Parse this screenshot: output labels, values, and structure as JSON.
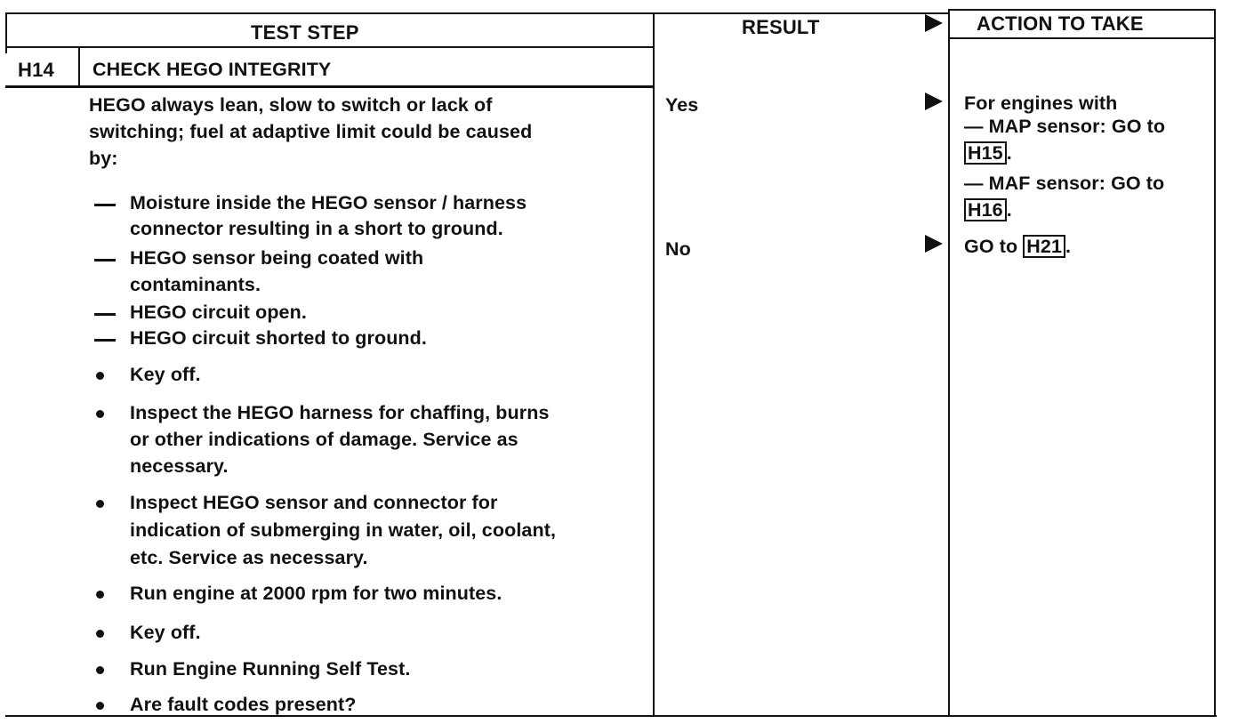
{
  "header": {
    "test_step": "TEST STEP",
    "result": "RESULT",
    "action": "ACTION TO TAKE"
  },
  "step": {
    "id": "H14",
    "title": "CHECK HEGO INTEGRITY"
  },
  "intro": [
    "HEGO always lean, slow to switch or lack of",
    "switching; fuel at adaptive limit could be caused",
    "by:"
  ],
  "causes": [
    [
      "Moisture inside the HEGO sensor / harness",
      "connector resulting in a short to ground."
    ],
    [
      "HEGO sensor being coated with",
      "contaminants."
    ],
    [
      "HEGO circuit open."
    ],
    [
      "HEGO circuit shorted to ground."
    ]
  ],
  "steps": [
    [
      "Key off."
    ],
    [
      "Inspect the HEGO harness for chaffing, burns",
      "or other indications of damage. Service as",
      "necessary."
    ],
    [
      "Inspect HEGO sensor and connector for",
      "indication of submerging in water, oil, coolant,",
      "etc. Service as necessary."
    ],
    [
      "Run engine at 2000 rpm for two minutes."
    ],
    [
      "Key off."
    ],
    [
      "Run Engine Running Self Test."
    ],
    [
      "Are fault codes present?"
    ]
  ],
  "results": {
    "yes": "Yes",
    "no": "No"
  },
  "actions": {
    "yes_intro": "For engines with",
    "map_label": "— MAP sensor:",
    "map_go": "GO to",
    "map_ref": "H15",
    "maf_label": "— MAF sensor:",
    "maf_go": "GO to",
    "maf_ref": "H16",
    "no_go": "GO to",
    "no_ref": "H21",
    "period": "."
  }
}
